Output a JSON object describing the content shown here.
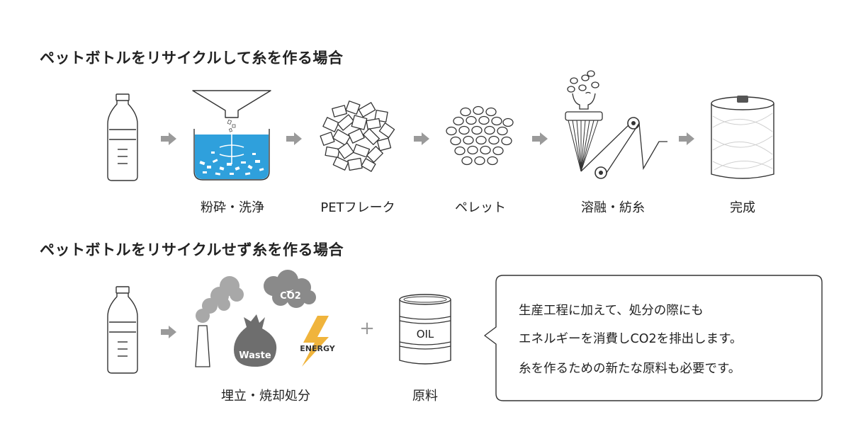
{
  "section1": {
    "title": "ペットボトルをリサイクルして糸を作る場合",
    "steps": [
      {
        "label": "粉砕・洗浄",
        "icon": "crusher-tank-icon"
      },
      {
        "label": "PETフレーク",
        "icon": "pet-flakes-icon"
      },
      {
        "label": "ペレット",
        "icon": "pellets-icon"
      },
      {
        "label": "溶融・紡糸",
        "icon": "melt-spinning-icon"
      },
      {
        "label": "完成",
        "icon": "yarn-bobbin-icon"
      }
    ]
  },
  "section2": {
    "title": "ペットボトルをリサイクルせず糸を作る場合",
    "disposal": {
      "label": "埋立・焼却処分",
      "co2_text": "CO2",
      "waste_text": "Waste",
      "energy_text": "ENERGY"
    },
    "plus_sign": "+",
    "raw_material": {
      "label": "原料",
      "drum_text": "OIL"
    },
    "bubble_lines": [
      "生産工程に加えて、処分の際にも",
      "エネルギーを消費しCO2を排出します。",
      "糸を作るための新たな原料も必要です。"
    ]
  },
  "colors": {
    "text": "#222222",
    "arrow": "#9a9a9a",
    "water": "#2fa0dc",
    "smoke": "#a8a8a8",
    "cloud": "#8a8a8a",
    "waste_bag": "#6e6e6e",
    "energy": "#f0b43c"
  }
}
